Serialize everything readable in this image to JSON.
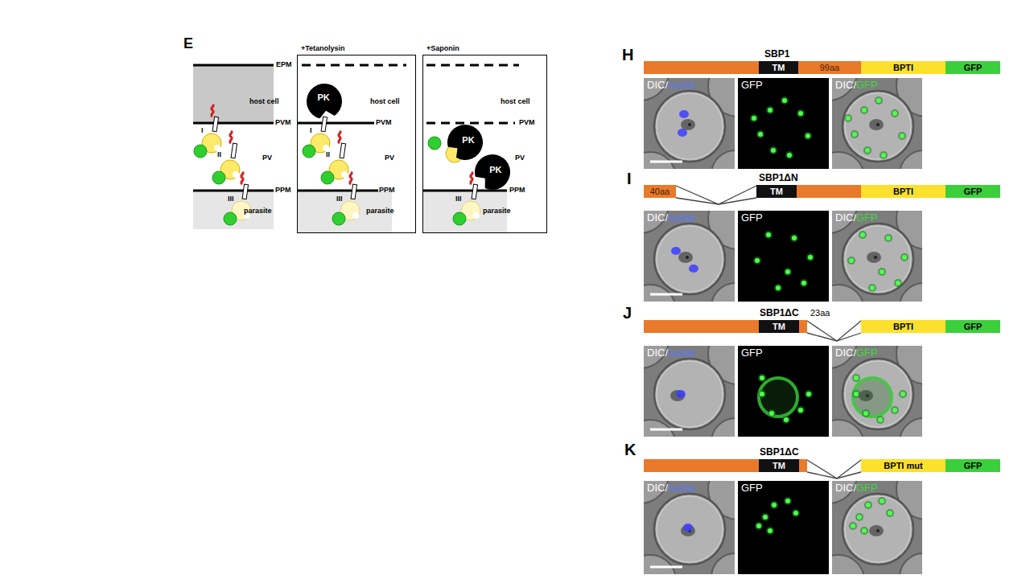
{
  "diagram": {
    "nodes": [
      {
        "text": [
          "+Tetanolysin",
          "host cell",
          "PVM",
          "PV",
          "PPM",
          "parasite",
          "I",
          "II",
          "III"
        ]
      },
      {
        "text": [
          "PK"
        ],
        "in": 0
      },
      {
        "text": [
          "+Saponin",
          "host cell",
          "PVM",
          "PV",
          "PPM",
          "parasite",
          "III"
        ]
      },
      {
        "text": [
          "PK"
        ],
        "in": 2
      },
      {
        "text": [
          "PK"
        ],
        "in": 2
      },
      {
        "text": [
          "TM"
        ]
      },
      {
        "text": [
          "99aa"
        ]
      },
      {
        "text": [
          "BPTI"
        ]
      },
      {
        "text": [
          "GFP"
        ]
      },
      {
        "text": [
          "DIC/",
          "nuclei"
        ]
      },
      {
        "text": [
          "GFP"
        ]
      },
      {
        "text": [
          "DIC/",
          "GFP"
        ]
      },
      {
        "text": [
          "40aa"
        ]
      },
      {
        "text": [
          "TM"
        ]
      },
      {
        "text": [
          "BPTI"
        ]
      },
      {
        "text": [
          "GFP"
        ]
      },
      {
        "text": [
          "DIC/",
          "nuclei"
        ]
      },
      {
        "text": [
          "GFP"
        ]
      },
      {
        "text": [
          "DIC/",
          "GFP"
        ]
      },
      {
        "text": [
          "TM"
        ]
      },
      {
        "text": [
          "BPTI"
        ]
      },
      {
        "text": [
          "GFP"
        ]
      },
      {
        "text": [
          "DIC/",
          "nuclei"
        ]
      },
      {
        "text": [
          "GFP"
        ]
      },
      {
        "text": [
          "DIC/",
          "GFP"
        ]
      },
      {
        "text": [
          "TM"
        ]
      },
      {
        "text": [
          "BPTI mut"
        ]
      },
      {
        "text": [
          "GFP"
        ]
      },
      {
        "text": [
          "DIC/",
          "nuclei"
        ]
      },
      {
        "text": [
          "GFP"
        ]
      },
      {
        "text": [
          "DIC/",
          "GFP"
        ]
      }
    ],
    "labels": [
      "E",
      "EPM",
      "host cell",
      "PVM",
      "PV",
      "PPM",
      "parasite",
      "I",
      "II",
      "III",
      "H",
      "SBP1",
      "I",
      "SBP1ΔN",
      "J",
      "SBP1ΔC",
      "23aa",
      "K",
      "SBP1ΔC"
    ]
  }
}
